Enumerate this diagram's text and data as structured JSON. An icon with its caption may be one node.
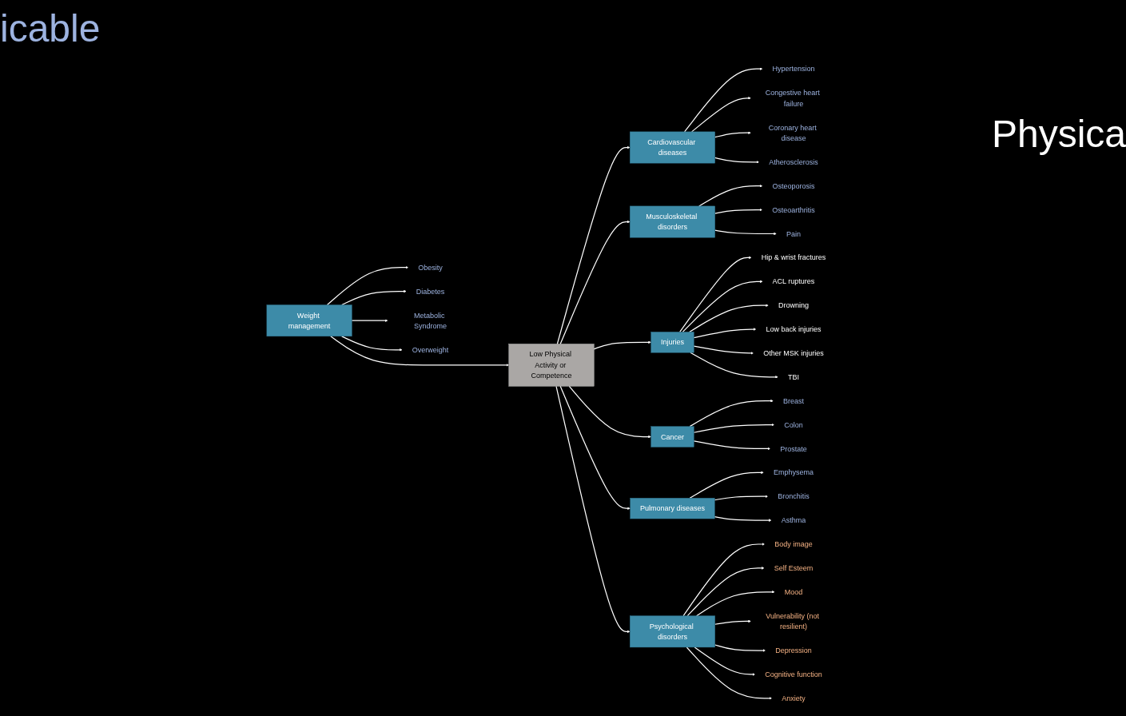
{
  "diagram": {
    "nodes": [
      {
        "text": [
          "Low Physical Activity or Competence"
        ]
      },
      {
        "text": [
          "Cardiovascular diseases"
        ]
      },
      {
        "text": [
          "Hypertension"
        ]
      },
      {
        "text": [
          "Congestive heart failure"
        ]
      },
      {
        "text": [
          "Coronary heart disease"
        ]
      },
      {
        "text": [
          "Atherosclerosis"
        ]
      },
      {
        "text": [
          "Musculoskeletal disorders"
        ]
      },
      {
        "text": [
          "Osteoporosis"
        ]
      },
      {
        "text": [
          "Osteoarthritis"
        ]
      },
      {
        "text": [
          "Pain"
        ]
      },
      {
        "text": [
          "Weight management"
        ]
      },
      {
        "text": [
          "Obesity"
        ]
      },
      {
        "text": [
          "Diabetes"
        ]
      },
      {
        "text": [
          "Metabolic Syndrome"
        ]
      },
      {
        "text": [
          "Overweight"
        ]
      },
      {
        "text": [
          "Injuries"
        ]
      },
      {
        "text": [
          "Hip & wrist fractures"
        ]
      },
      {
        "text": [
          "ACL ruptures"
        ]
      },
      {
        "text": [
          "Drowning"
        ]
      },
      {
        "text": [
          "Low back injuries"
        ]
      },
      {
        "text": [
          "Other MSK injuries"
        ]
      },
      {
        "text": [
          "TBI"
        ]
      },
      {
        "text": [
          "Cancer"
        ]
      },
      {
        "text": [
          "Breast"
        ]
      },
      {
        "text": [
          "Colon"
        ]
      },
      {
        "text": [
          "Prostate"
        ]
      },
      {
        "text": [
          "Pulmonary diseases"
        ]
      },
      {
        "text": [
          "Emphysema"
        ]
      },
      {
        "text": [
          "Bronchitis"
        ]
      },
      {
        "text": [
          "Asthma"
        ]
      },
      {
        "text": [
          "Psychological disorders"
        ]
      },
      {
        "text": [
          "Body image"
        ]
      },
      {
        "text": [
          "Self Esteem"
        ]
      },
      {
        "text": [
          "Mood"
        ]
      },
      {
        "text": [
          "Vulnerability (not resilient)"
        ]
      },
      {
        "text": [
          "Depression"
        ]
      },
      {
        "text": [
          "Cognitive function"
        ]
      },
      {
        "text": [
          "Anxiety"
        ]
      }
    ],
    "edges": [
      {
        "from": 0,
        "to": 1,
        "arrow": "to"
      },
      {
        "from": 1,
        "to": 2,
        "arrow": "to"
      },
      {
        "from": 1,
        "to": 3,
        "arrow": "to"
      },
      {
        "from": 1,
        "to": 4,
        "arrow": "to"
      },
      {
        "from": 1,
        "to": 5,
        "arrow": "to"
      },
      {
        "from": 0,
        "to": 6,
        "arrow": "to"
      },
      {
        "from": 6,
        "to": 7,
        "arrow": "to"
      },
      {
        "from": 6,
        "to": 8,
        "arrow": "to"
      },
      {
        "from": 6,
        "to": 9,
        "arrow": "to"
      },
      {
        "from": 10,
        "to": 0,
        "arrow": "to"
      },
      {
        "from": 10,
        "to": 11,
        "arrow": "to"
      },
      {
        "from": 10,
        "to": 12,
        "arrow": "to"
      },
      {
        "from": 10,
        "to": 13,
        "arrow": "to"
      },
      {
        "from": 10,
        "to": 14,
        "arrow": "to"
      },
      {
        "from": 0,
        "to": 15,
        "arrow": "to"
      },
      {
        "from": 15,
        "to": 16,
        "arrow": "to"
      },
      {
        "from": 15,
        "to": 17,
        "arrow": "to"
      },
      {
        "from": 15,
        "to": 18,
        "arrow": "to"
      },
      {
        "from": 15,
        "to": 19,
        "arrow": "to"
      },
      {
        "from": 15,
        "to": 20,
        "arrow": "to"
      },
      {
        "from": 15,
        "to": 21,
        "arrow": "to"
      },
      {
        "from": 0,
        "to": 22,
        "arrow": "to"
      },
      {
        "from": 22,
        "to": 23,
        "arrow": "to"
      },
      {
        "from": 22,
        "to": 24,
        "arrow": "to"
      },
      {
        "from": 22,
        "to": 25,
        "arrow": "to"
      },
      {
        "from": 0,
        "to": 26,
        "arrow": "to"
      },
      {
        "from": 26,
        "to": 27,
        "arrow": "to"
      },
      {
        "from": 26,
        "to": 28,
        "arrow": "to"
      },
      {
        "from": 26,
        "to": 29,
        "arrow": "to"
      },
      {
        "from": 0,
        "to": 30,
        "arrow": "to"
      },
      {
        "from": 30,
        "to": 31,
        "arrow": "to"
      },
      {
        "from": 30,
        "to": 32,
        "arrow": "to"
      },
      {
        "from": 30,
        "to": 33,
        "arrow": "to"
      },
      {
        "from": 30,
        "to": 34,
        "arrow": "to"
      },
      {
        "from": 30,
        "to": 35,
        "arrow": "to"
      },
      {
        "from": 30,
        "to": 36,
        "arrow": "to"
      },
      {
        "from": 30,
        "to": 37,
        "arrow": "to"
      }
    ],
    "labels": [
      "icable",
      "Physica"
    ]
  }
}
